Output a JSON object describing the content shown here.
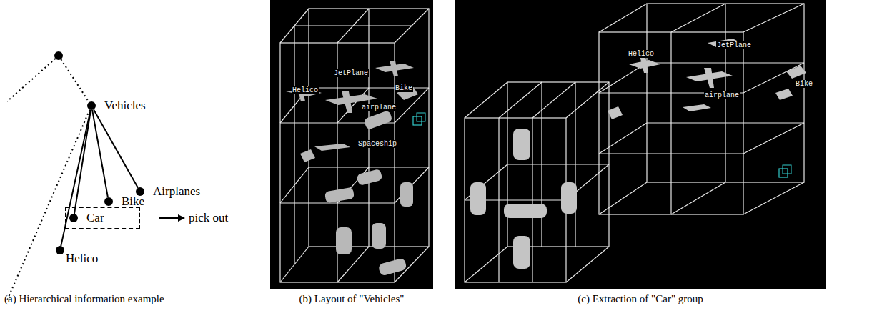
{
  "diagram": {
    "nodes": [
      {
        "text": [
          "Vehicles"
        ]
      },
      {
        "text": [
          "Airplanes"
        ]
      },
      {
        "text": [
          "Bike"
        ]
      },
      {
        "text": [
          "Car"
        ]
      },
      {
        "text": [
          "Helico"
        ]
      }
    ],
    "edges": [
      {
        "from": 0,
        "to": 1,
        "arrow": "none"
      },
      {
        "from": 0,
        "to": 2,
        "arrow": "none"
      },
      {
        "from": 0,
        "to": 3,
        "arrow": "none"
      },
      {
        "from": 0,
        "to": 4,
        "arrow": "none"
      }
    ],
    "labels": [
      "pick out",
      "Helico",
      "JetPlane",
      "Bike",
      "airplane",
      "Spaceship",
      "Helico",
      "JetPlane",
      "airplane",
      "Bike",
      "(a) Hierarchical information example",
      "(b) Layout of \"Vehicles\"",
      "(c) Extraction of \"Car\" group"
    ]
  }
}
